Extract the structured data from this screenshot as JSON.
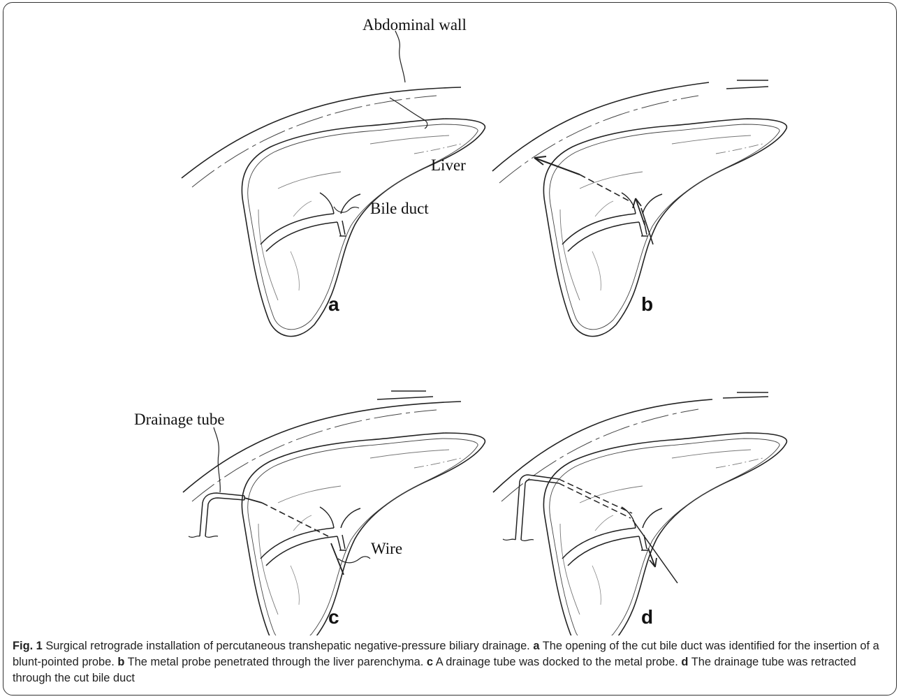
{
  "labels": {
    "abdominal_wall": "Abdominal wall",
    "liver": "Liver",
    "bile_duct": "Bile duct",
    "drainage_tube": "Drainage tube",
    "wire": "Wire"
  },
  "panels": {
    "a": "a",
    "b": "b",
    "c": "c",
    "d": "d"
  },
  "caption": {
    "figure_label": "Fig. 1",
    "title": "Surgical retrograde installation of percutaneous transhepatic negative-pressure biliary drainage.",
    "parts": [
      {
        "letter": "a",
        "text": "The opening of the cut bile duct was identified for the insertion of a blunt-pointed probe."
      },
      {
        "letter": "b",
        "text": "The metal probe penetrated through the liver parenchyma."
      },
      {
        "letter": "c",
        "text": "A drainage tube was docked to the metal probe."
      },
      {
        "letter": "d",
        "text": "The drainage tube was retracted through the cut bile duct"
      }
    ]
  }
}
